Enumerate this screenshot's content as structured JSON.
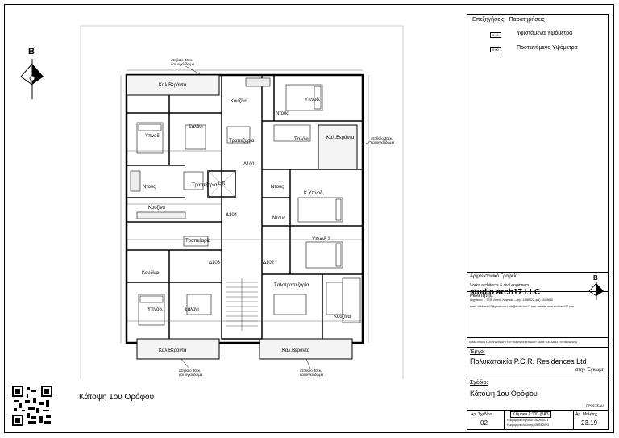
{
  "legend": {
    "title": "Επεξηγήσεις - Παρατηρήσεις",
    "items": [
      {
        "symbol": "0.00",
        "label": "Υφιστάμενα Υψόμετρα"
      },
      {
        "symbol": "0.00",
        "label": "Προτεινόμενα Υψόμετρα"
      }
    ]
  },
  "north_label": "B",
  "titleblock": {
    "office_label": "Αρχιτεκτονικό Γραφείο:",
    "firm_subtitle": "Vorka architects & civil engineers",
    "firm_name": "studio arch17 LLC",
    "firm_address": "Αρχιτέκτων Σ. 2235, Λυπού, Λευκωσία — τηλ: 22489022, φαξ: 22489015",
    "firm_contact": "email: studioarch17@gmail.com • info@studioarch17.com, website: www.studioarch17.com",
    "north_small": "B",
    "study_label": "Μελετητής:",
    "copyright": "ΚΑΜΙΑ ΧΡΗΣΗ Ή ΑΝΑΠΑΡΑΓΩΓΗ ΤΟΥ ΠΑΡΟΝΤΟΣ ΣΧΕΔΙΟΥ ΧΩΡΙΣ ΤΗΝ ΑΔΕΙΑ ΤΟΥ ΜΕΛΕΤΗΤΗ",
    "project_label": "Έργο:",
    "project_name": "Πολυκατοικία P.C.R. Residences Ltd",
    "project_location": "στην Έγκωμη",
    "drawing_label": "Σχέδιο:",
    "drawing_name": "Κάτοψη 1ου Ορόφου",
    "status": "ΠΡΟΣΧΕΔΙΑ",
    "sheet_no_label": "Αρ. Σχεδίου",
    "sheet_no": "02",
    "scale_text": "Κλίμακα 1:100 @Α3",
    "drawn_text": "Ημερομηνία σχεδίου: 04/09/2023",
    "checked_text": "Ημερομηνία έκδοσης: 05/09/2023",
    "study_no_label": "Αρ. Μελέτης",
    "study_no": "23.19"
  },
  "plan": {
    "rooms": {
      "veranda_top": "Καλ.Βεράντα",
      "veranda_right": "Καλ.Βεράντα",
      "veranda_bl": "Καλ.Βεράντα",
      "veranda_br": "Καλ.Βεράντα",
      "kitchen_top": "Κουζίνα",
      "wc_top": "Ντους",
      "bedroom_tr": "Υπνοδ.",
      "salon_tl": "Σαλόνι",
      "bedroom_tl": "Υπνοδ.",
      "dining_top": "Τραπεζαρία",
      "salon_tr": "Σαλόνι",
      "lift": "Lift",
      "dining_mid": "Τραπεζαρία",
      "wc_ml": "Ντους",
      "kitchen_ml": "Κουζίνα",
      "wc_mr": "Ντους",
      "master_bed": "Κ.Υπνοδ.",
      "wc_mr2": "Ντους",
      "bedroom2": "Υπνοδ.2",
      "dining_low": "Τραπεζαρία",
      "kitchen_low": "Κουζίνα",
      "bedroom_bl": "Υπνοδ.",
      "salon_bl": "Σαλόνι",
      "livingdining_br": "Σαλοτραπεζαρία",
      "kitchen_br": "Κουζίνα"
    },
    "doors": [
      "Δ101",
      "Δ104",
      "Δ103",
      "Δ102"
    ],
    "notes": {
      "top": "στηθαίο 30εκ.\nκαι κιγκλίδωμα",
      "right": "στηθαίο 30εκ.\nκαι κιγκλίδωμα",
      "bottom_left": "στηθαίο 30εκ.\nκαι κιγκλίδωμα",
      "bottom_right": "στηθαίο 30εκ.\nκαι κιγκλίδωμα"
    },
    "caption": "Κάτοψη 1ου Ορόφου"
  }
}
